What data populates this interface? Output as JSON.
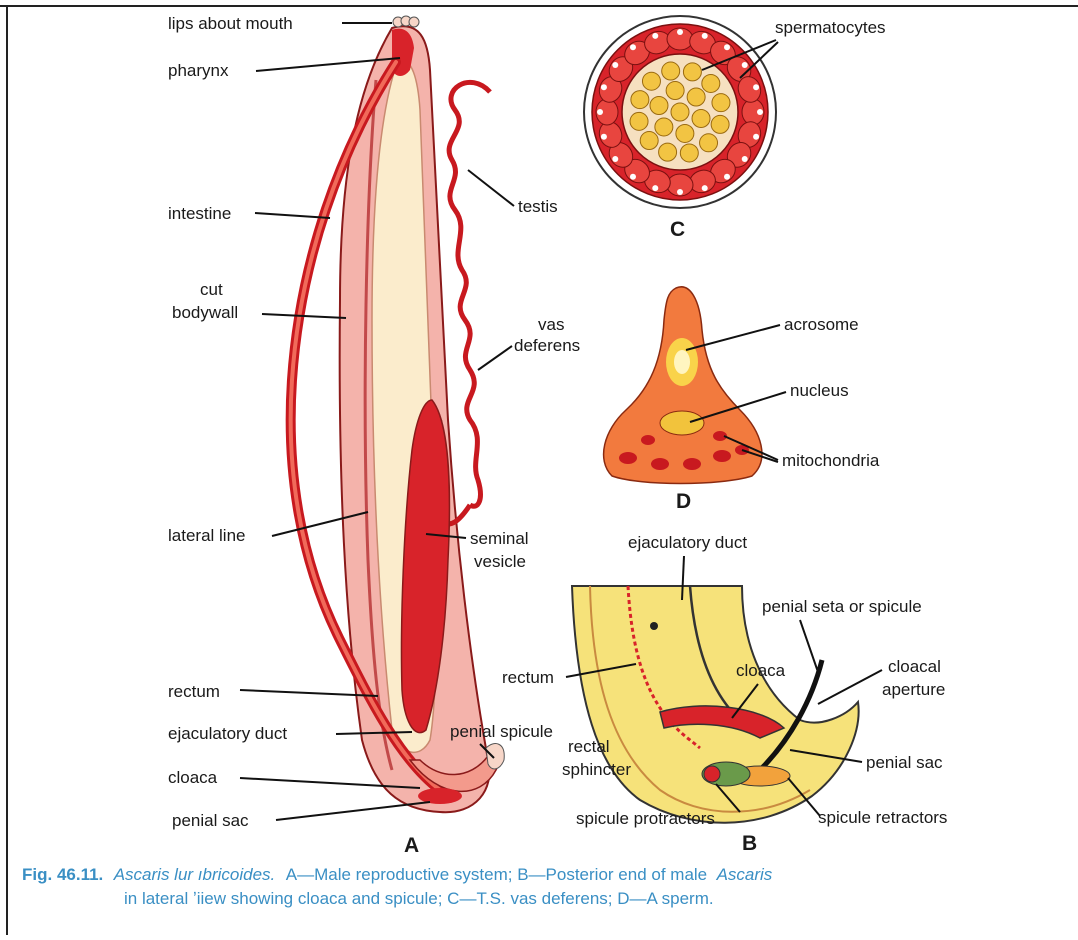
{
  "labels": {
    "lips": "lips about mouth",
    "pharynx": "pharynx",
    "intestine": "intestine",
    "cut1": "cut",
    "cut2": "bodywall",
    "lateral": "lateral line",
    "rectumA": "rectum",
    "ejacA": "ejaculatory duct",
    "cloacaA": "cloaca",
    "penialSacA": "penial sac",
    "testis": "testis",
    "vas1": "vas",
    "vas2": "deferens",
    "seminal1": "seminal",
    "seminal2": "vesicle",
    "penialSpiculeA": "penial spicule",
    "spermatocytes": "spermatocytes",
    "acrosome": "acrosome",
    "nucleus": "nucleus",
    "mitochondria": "mitochondria",
    "ejacB": "ejaculatory duct",
    "penialSeta": "penial seta or spicule",
    "rectumB": "rectum",
    "cloacaB": "cloaca",
    "cloacal1": "cloacal",
    "cloacal2": "aperture",
    "rectal1": "rectal",
    "rectal2": "sphincter",
    "penialSacB": "penial sac",
    "spiculeProtractors": "spicule protractors",
    "spiculeRetractors": "spicule retractors"
  },
  "panel_letters": {
    "a": "A",
    "b": "B",
    "c": "C",
    "d": "D"
  },
  "caption": {
    "fig": "Fig. 46.11.",
    "species": "Ascaris lur ıbricoides.",
    "line1_rest": "A—Male reproductive system; B—Posterior end of male",
    "line1_italic_end": "Ascaris",
    "line2": "in lateral ʼiiew showing cloaca and spicule; C—T.S. vas deferens; D—A sperm."
  },
  "colors": {
    "red": "#d8232a",
    "pink": "#f2a7a0",
    "cream": "#fbe9b0",
    "orange": "#f07a3c",
    "caption_blue": "#3a8fc4"
  }
}
